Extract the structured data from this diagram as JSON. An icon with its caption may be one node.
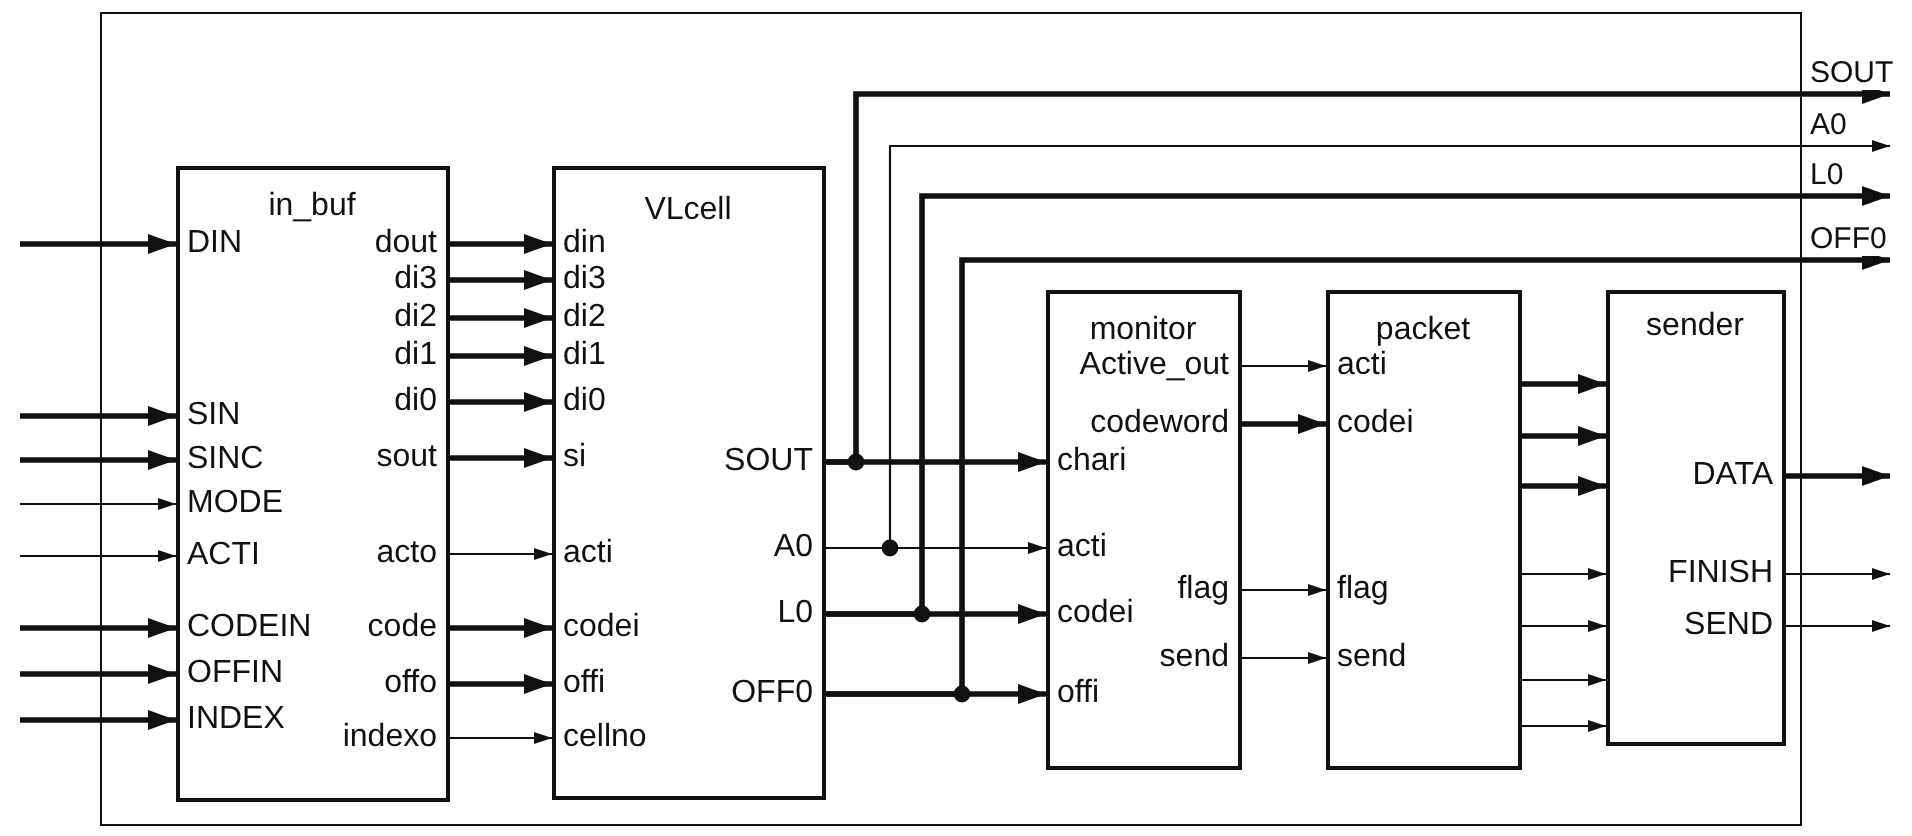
{
  "diagram": {
    "nodes": [
      {
        "text": [],
        "shape": "box"
      },
      {
        "text": [
          "in_buf"
        ],
        "in": 0
      },
      {
        "text": [
          "DIN"
        ],
        "in": 1
      },
      {
        "text": [
          "SIN"
        ],
        "in": 1
      },
      {
        "text": [
          "SINC"
        ],
        "in": 1
      },
      {
        "text": [
          "MODE"
        ],
        "in": 1
      },
      {
        "text": [
          "ACTI"
        ],
        "in": 1
      },
      {
        "text": [
          "CODEIN"
        ],
        "in": 1
      },
      {
        "text": [
          "OFFIN"
        ],
        "in": 1
      },
      {
        "text": [
          "INDEX"
        ],
        "in": 1
      },
      {
        "text": [
          "dout"
        ],
        "in": 1
      },
      {
        "text": [
          "di3"
        ],
        "in": 1
      },
      {
        "text": [
          "di2"
        ],
        "in": 1
      },
      {
        "text": [
          "di1"
        ],
        "in": 1
      },
      {
        "text": [
          "di0"
        ],
        "in": 1
      },
      {
        "text": [
          "sout"
        ],
        "in": 1
      },
      {
        "text": [
          "acto"
        ],
        "in": 1
      },
      {
        "text": [
          "code"
        ],
        "in": 1
      },
      {
        "text": [
          "offo"
        ],
        "in": 1
      },
      {
        "text": [
          "indexo"
        ],
        "in": 1
      },
      {
        "text": [
          "VLcell"
        ],
        "in": 0
      },
      {
        "text": [
          "din"
        ],
        "in": 20
      },
      {
        "text": [
          "di3"
        ],
        "in": 20
      },
      {
        "text": [
          "di2"
        ],
        "in": 20
      },
      {
        "text": [
          "di1"
        ],
        "in": 20
      },
      {
        "text": [
          "di0"
        ],
        "in": 20
      },
      {
        "text": [
          "si"
        ],
        "in": 20
      },
      {
        "text": [
          "acti"
        ],
        "in": 20
      },
      {
        "text": [
          "codei"
        ],
        "in": 20
      },
      {
        "text": [
          "offi"
        ],
        "in": 20
      },
      {
        "text": [
          "cellno"
        ],
        "in": 20
      },
      {
        "text": [
          "SOUT"
        ],
        "in": 20
      },
      {
        "text": [
          "A0"
        ],
        "in": 20
      },
      {
        "text": [
          "L0"
        ],
        "in": 20
      },
      {
        "text": [
          "OFF0"
        ],
        "in": 20
      },
      {
        "text": [
          "monitor"
        ],
        "in": 0
      },
      {
        "text": [
          "chari"
        ],
        "in": 35
      },
      {
        "text": [
          "acti"
        ],
        "in": 35
      },
      {
        "text": [
          "codei"
        ],
        "in": 35
      },
      {
        "text": [
          "offi"
        ],
        "in": 35
      },
      {
        "text": [
          "Active_out"
        ],
        "in": 35
      },
      {
        "text": [
          "codeword"
        ],
        "in": 35
      },
      {
        "text": [
          "flag"
        ],
        "in": 35
      },
      {
        "text": [
          "send"
        ],
        "in": 35
      },
      {
        "text": [
          "packet"
        ],
        "in": 0
      },
      {
        "text": [
          "acti"
        ],
        "in": 44
      },
      {
        "text": [
          "codei"
        ],
        "in": 44
      },
      {
        "text": [
          "flag"
        ],
        "in": 44
      },
      {
        "text": [
          "send"
        ],
        "in": 44
      },
      {
        "text": [
          "sender"
        ],
        "in": 0
      },
      {
        "text": [
          "DATA"
        ],
        "in": 49
      },
      {
        "text": [
          "FINISH"
        ],
        "in": 49
      },
      {
        "text": [
          "SEND"
        ],
        "in": 49
      }
    ],
    "edges": [
      {
        "from": null,
        "to": 2,
        "arrow": "to"
      },
      {
        "from": null,
        "to": 3,
        "arrow": "to"
      },
      {
        "from": null,
        "to": 4,
        "arrow": "to"
      },
      {
        "from": null,
        "to": 5,
        "arrow": "to"
      },
      {
        "from": null,
        "to": 6,
        "arrow": "to"
      },
      {
        "from": null,
        "to": 7,
        "arrow": "to"
      },
      {
        "from": null,
        "to": 8,
        "arrow": "to"
      },
      {
        "from": null,
        "to": 9,
        "arrow": "to"
      },
      {
        "from": 10,
        "to": 21,
        "arrow": "to"
      },
      {
        "from": 11,
        "to": 22,
        "arrow": "to"
      },
      {
        "from": 12,
        "to": 23,
        "arrow": "to"
      },
      {
        "from": 13,
        "to": 24,
        "arrow": "to"
      },
      {
        "from": 14,
        "to": 25,
        "arrow": "to"
      },
      {
        "from": 15,
        "to": 26,
        "arrow": "to"
      },
      {
        "from": 16,
        "to": 27,
        "arrow": "to"
      },
      {
        "from": 17,
        "to": 28,
        "arrow": "to"
      },
      {
        "from": 18,
        "to": 29,
        "arrow": "to"
      },
      {
        "from": 19,
        "to": 30,
        "arrow": "to"
      },
      {
        "from": 31,
        "to": 36,
        "arrow": "to"
      },
      {
        "from": 31,
        "to": null,
        "arrow": "to",
        "label": "SOUT"
      },
      {
        "from": 32,
        "to": 37,
        "arrow": "to"
      },
      {
        "from": 32,
        "to": null,
        "arrow": "to",
        "label": "A0"
      },
      {
        "from": 33,
        "to": 38,
        "arrow": "to"
      },
      {
        "from": 33,
        "to": null,
        "arrow": "to",
        "label": "L0"
      },
      {
        "from": 34,
        "to": 39,
        "arrow": "to"
      },
      {
        "from": 34,
        "to": null,
        "arrow": "to",
        "label": "OFF0"
      },
      {
        "from": 40,
        "to": 45,
        "arrow": "to"
      },
      {
        "from": 41,
        "to": 46,
        "arrow": "to"
      },
      {
        "from": 42,
        "to": 47,
        "arrow": "to"
      },
      {
        "from": 43,
        "to": 48,
        "arrow": "to"
      },
      {
        "from": 44,
        "to": 49,
        "arrow": "to"
      },
      {
        "from": 44,
        "to": 49,
        "arrow": "to"
      },
      {
        "from": 44,
        "to": 49,
        "arrow": "to"
      },
      {
        "from": 44,
        "to": 49,
        "arrow": "to"
      },
      {
        "from": 44,
        "to": 49,
        "arrow": "to"
      },
      {
        "from": 44,
        "to": 49,
        "arrow": "to"
      },
      {
        "from": 44,
        "to": 49,
        "arrow": "to"
      },
      {
        "from": 50,
        "to": null,
        "arrow": "to"
      },
      {
        "from": 51,
        "to": null,
        "arrow": "to"
      },
      {
        "from": 52,
        "to": null,
        "arrow": "to"
      }
    ]
  }
}
